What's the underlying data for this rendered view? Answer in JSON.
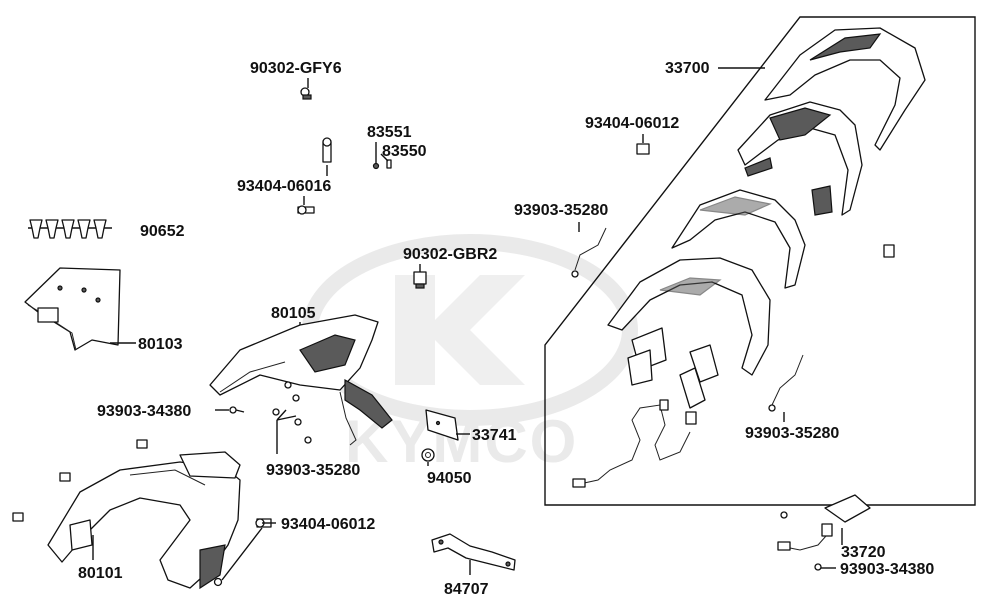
{
  "watermark": {
    "brand": "KYMCO",
    "color": "#d9d9d9"
  },
  "labels": {
    "p90302_gfy6": "90302-GFY6",
    "p83551": "83551",
    "p83550": "83550",
    "p93404_06016": "93404-06016",
    "p90652": "90652",
    "p90302_gbr2": "90302-GBR2",
    "p80103": "80103",
    "p80105": "80105",
    "p93903_34380_left": "93903-34380",
    "p93903_35280_center": "93903-35280",
    "p33741": "33741",
    "p94050": "94050",
    "p93404_06012_bottom": "93404-06012",
    "p80101": "80101",
    "p84707": "84707",
    "p33700": "33700",
    "p93404_06012_top": "93404-06012",
    "p93903_35280_top": "93903-35280",
    "p93903_35280_right": "93903-35280",
    "p33720": "33720",
    "p93903_34380_right": "93903-34380"
  },
  "colors": {
    "ink": "#111111",
    "shade": "#5a5a5a"
  }
}
